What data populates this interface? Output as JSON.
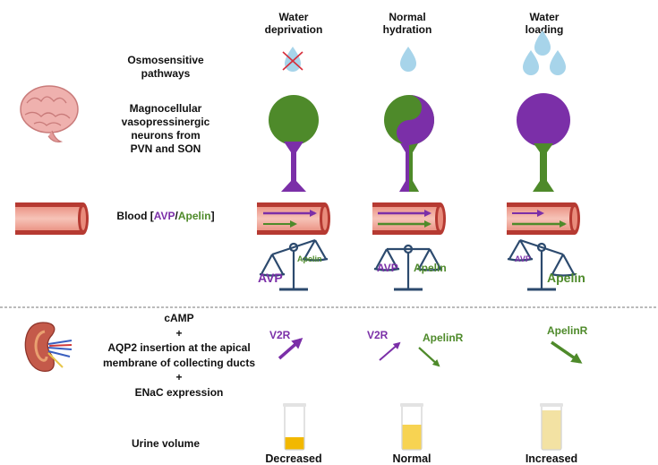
{
  "columns": {
    "water_deprivation": "Water\ndeprivation",
    "normal_hydration": "Normal\nhydration",
    "water_loading": "Water\nloading"
  },
  "rows": {
    "osmosensitive": "Osmosensitive\npathways",
    "neurons": "Magnocellular\nvasopressinergic\nneurons from\nPVN and SON",
    "blood_prefix": "Blood [",
    "blood_avp": "AVP",
    "blood_sep": "/",
    "blood_apelin": "Apelin",
    "blood_suffix": "]",
    "kidney_effects": "cAMP\n+\nAQP2 insertion at the apical\nmembrane of collecting ducts\n+\nENaC expression",
    "urine_volume": "Urine volume"
  },
  "balance": {
    "avp": "AVP",
    "apelin": "Apelin"
  },
  "receptors": {
    "v2r": "V2R",
    "apelinr": "ApelinR"
  },
  "urine_levels": {
    "decreased": "Decreased",
    "normal": "Normal",
    "increased": "Increased"
  },
  "colors": {
    "avp": "#7b2fa8",
    "apelin": "#4e8a2a",
    "vessel_outer": "#c0392b",
    "vessel_inner": "#f2b4a8",
    "balance": "#2c4a6e",
    "water_drop": "#a7d4ea"
  }
}
